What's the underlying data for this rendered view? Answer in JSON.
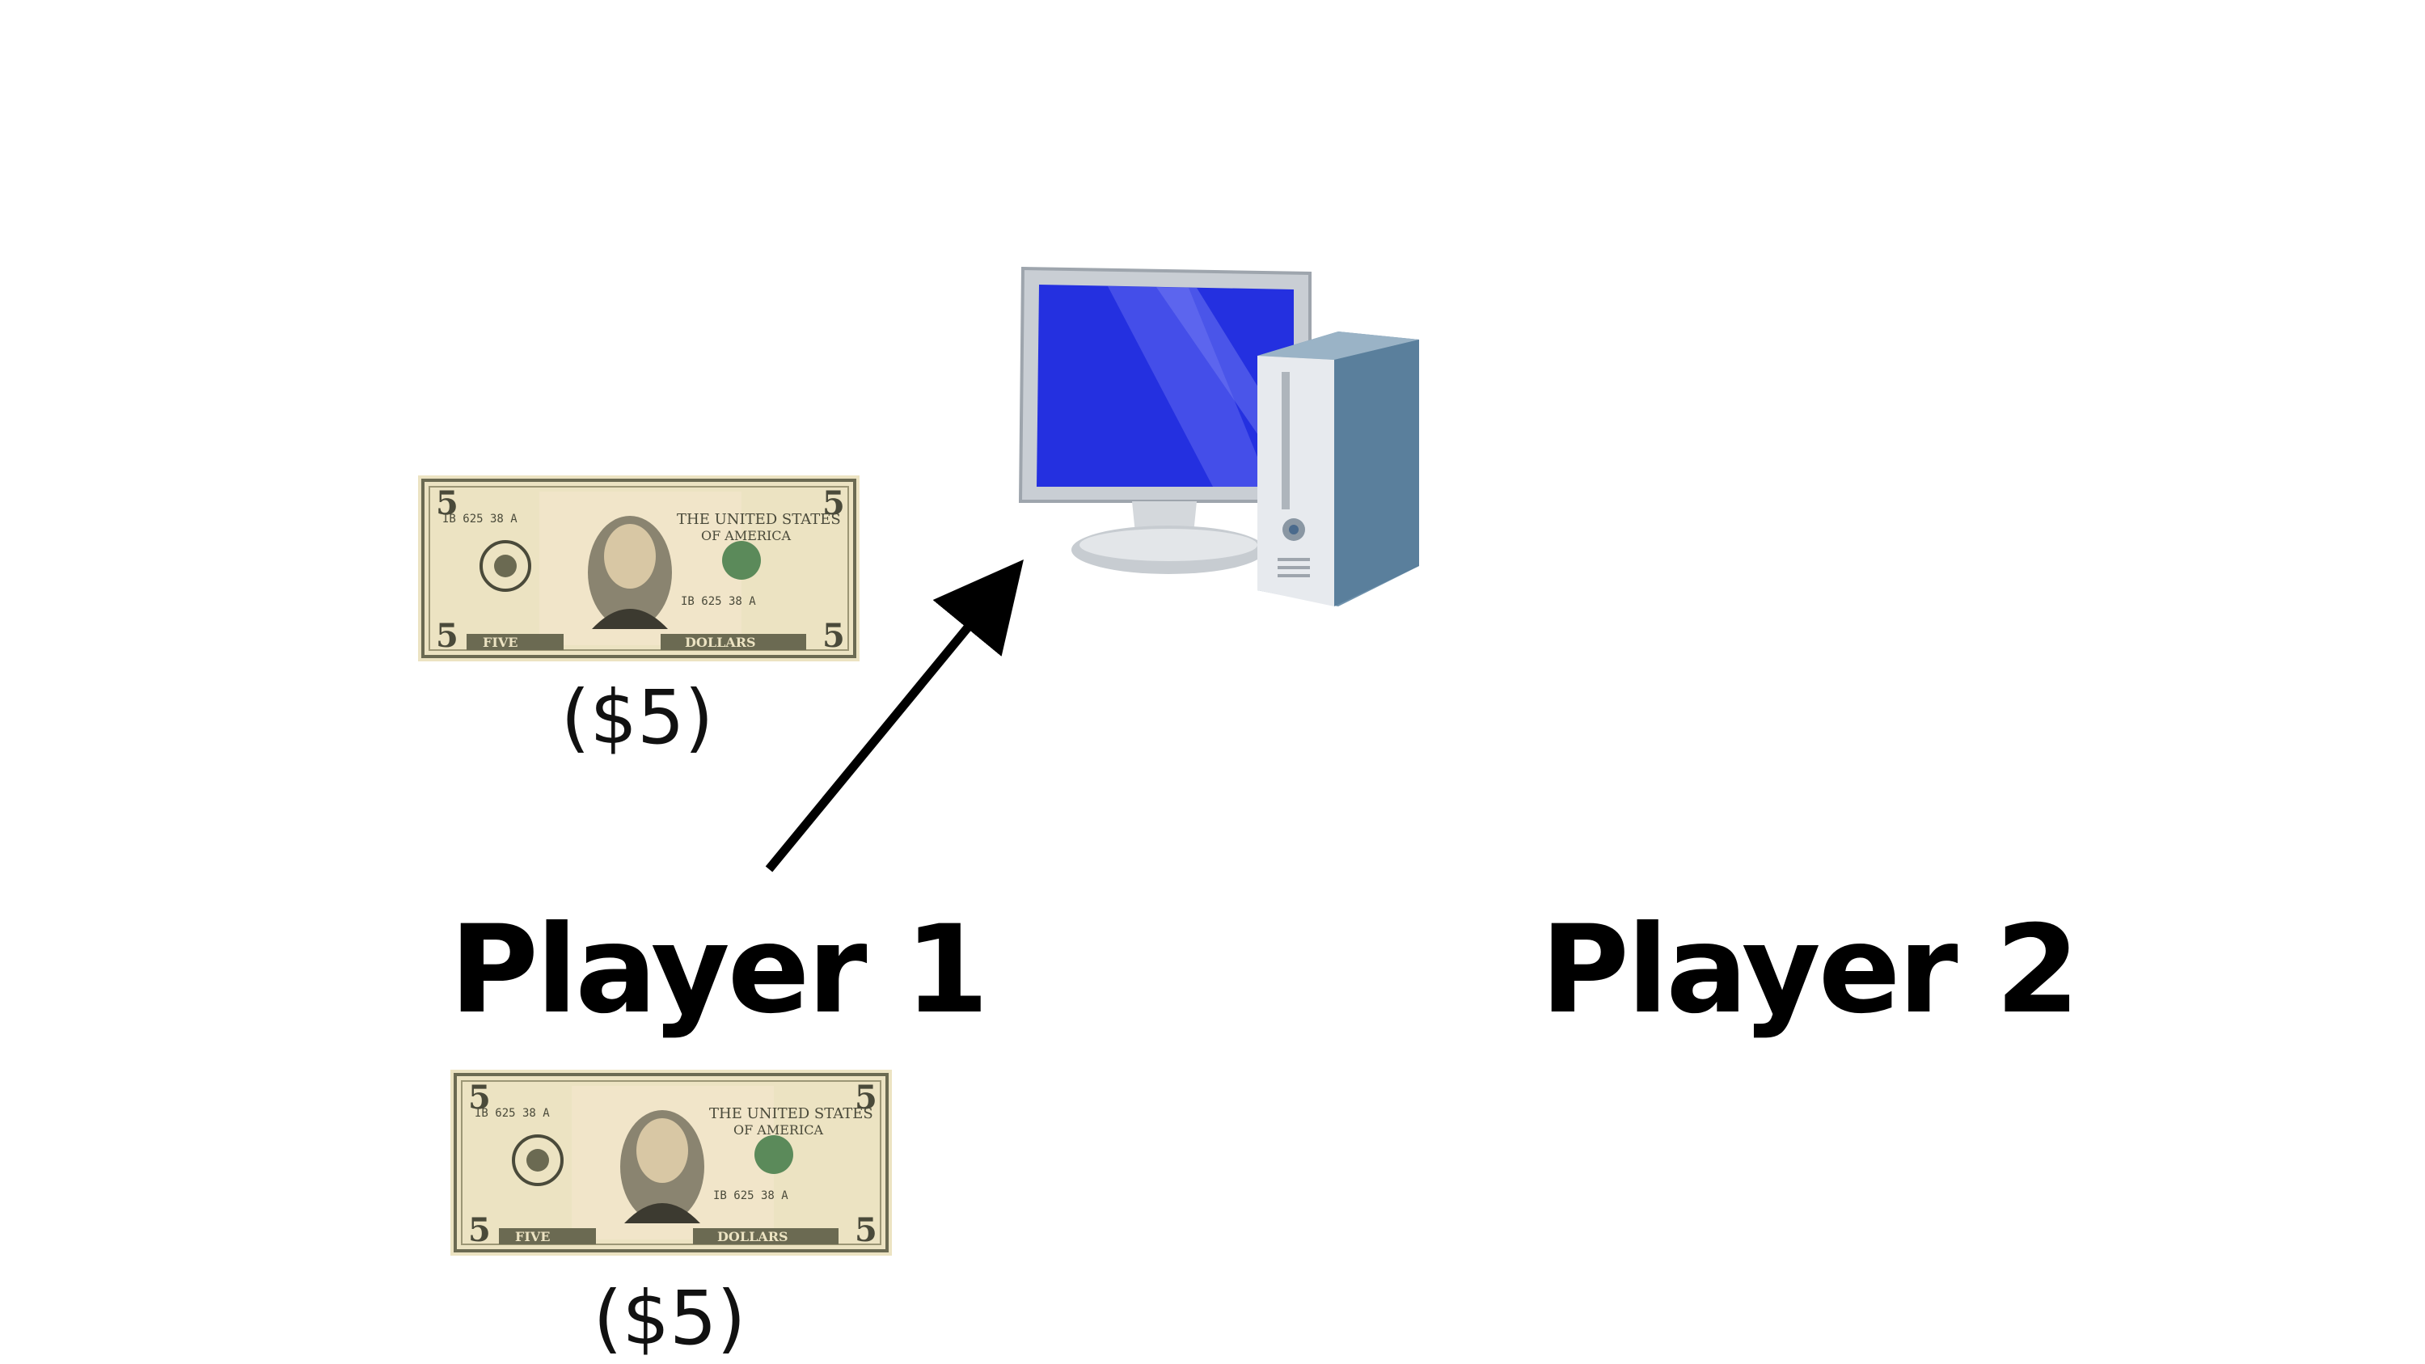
{
  "players": [
    {
      "label": "Player 1"
    },
    {
      "label": "Player 2"
    }
  ],
  "bills": [
    {
      "amount_label": "($5)",
      "icon": "five-dollar-bill-icon"
    },
    {
      "amount_label": "($5)",
      "icon": "five-dollar-bill-icon"
    }
  ],
  "computer": {
    "icon": "desktop-computer-icon"
  },
  "arrow": {
    "from": "Player 1",
    "to": "computer",
    "color": "#000000"
  },
  "colors": {
    "bill_base": "#e8dfb8",
    "bill_ink": "#4a4a3a",
    "screen_blue": "#2430e0",
    "monitor_frame": "#c9ced4",
    "tower_blue": "#5a7f9c"
  }
}
